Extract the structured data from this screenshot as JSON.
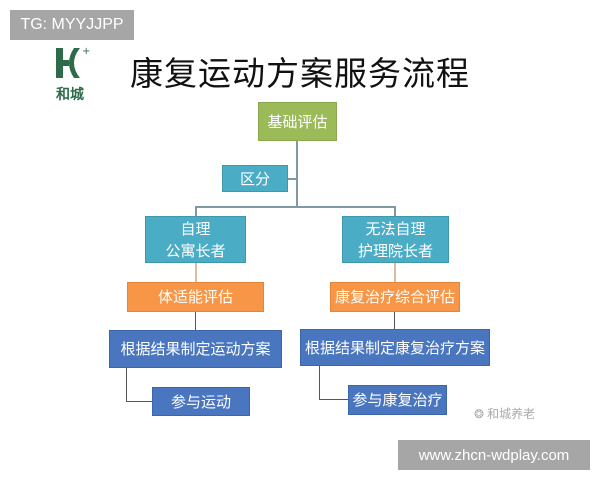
{
  "watermark_top": "TG: MYYJJPP",
  "watermark_bottom": "www.zhcn-wdplay.com",
  "logo": {
    "text": "和城",
    "color": "#2e6b4a"
  },
  "title": "康复运动方案服务流程",
  "source_mark": "和城养老",
  "colors": {
    "green": "#9bbb59",
    "teal": "#4bacc6",
    "orange": "#f79646",
    "blue": "#4a76bf"
  },
  "nodes": {
    "root": "基础评估",
    "distinguish": "区分",
    "left_group_line1": "自理",
    "left_group_line2": "公寓长者",
    "right_group_line1": "无法自理",
    "right_group_line2": "护理院长者",
    "left_assess": "体适能评估",
    "right_assess": "康复治疗综合评估",
    "left_plan": "根据结果制定运动方案",
    "right_plan": "根据结果制定康复治疗方案",
    "left_action": "参与运动",
    "right_action": "参与康复治疗"
  }
}
